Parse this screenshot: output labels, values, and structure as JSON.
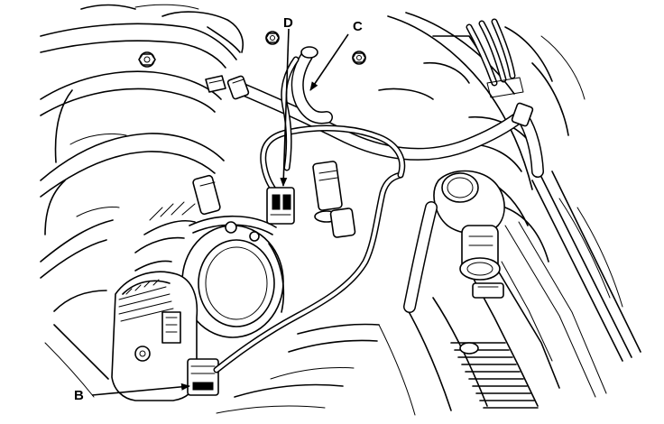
{
  "callouts": {
    "b": "B",
    "c": "C",
    "d": "D"
  },
  "colors": {
    "ink": "#000000",
    "paper": "#ffffff"
  }
}
